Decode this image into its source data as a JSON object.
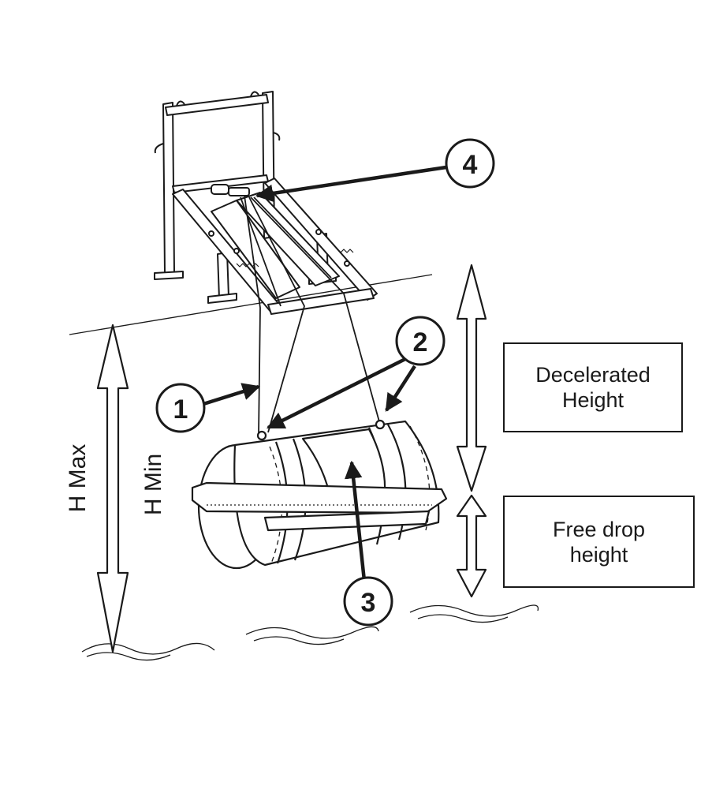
{
  "dimensions": {
    "h_max": "H Max",
    "h_min": "H Min",
    "decelerated_line1": "Decelerated",
    "decelerated_line2": "Height",
    "free_drop_line1": "Free drop",
    "free_drop_line2": "height"
  },
  "callouts": [
    "1",
    "2",
    "3",
    "4"
  ],
  "colors": {
    "ink": "#1a1a1a",
    "background": "#ffffff"
  }
}
